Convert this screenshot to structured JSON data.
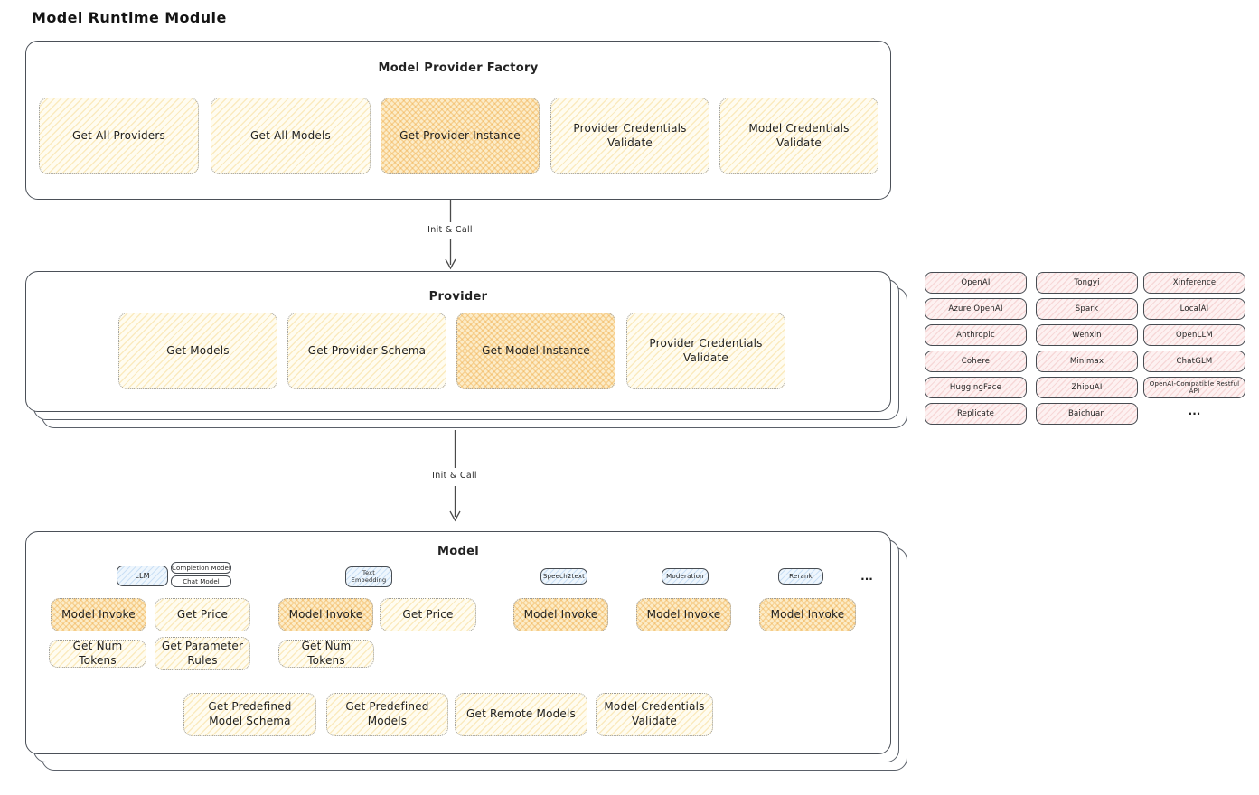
{
  "page": {
    "title": "Model Runtime Module"
  },
  "colors": {
    "container_border": "#4b5058",
    "yellow_fill": "#fffcf0",
    "yellow_hatch": "#f4d176",
    "orange_fill": "#fcecc8",
    "orange_hatch": "#f0ac48",
    "pink_fill": "#fdf1f1",
    "pink_hatch": "#e99e9e",
    "blue_fill": "#eef6fd",
    "blue_hatch": "#80b2e4",
    "text": "#1f1f1f"
  },
  "factory": {
    "title": "Model Provider Factory",
    "boxes": [
      "Get All Providers",
      "Get All Models",
      "Get Provider Instance",
      "Provider Credentials Validate",
      "Model Credentials Validate"
    ]
  },
  "arrow1": {
    "label": "Init & Call"
  },
  "arrow2": {
    "label": "Init & Call"
  },
  "provider": {
    "title": "Provider",
    "boxes": [
      "Get Models",
      "Get Provider Schema",
      "Get Model Instance",
      "Provider Credentials Validate"
    ]
  },
  "providers_list": {
    "col1": [
      "OpenAI",
      "Azure OpenAI",
      "Anthropic",
      "Cohere",
      "HuggingFace",
      "Replicate"
    ],
    "col2": [
      "Tongyi",
      "Spark",
      "Wenxin",
      "Minimax",
      "ZhipuAI",
      "Baichuan"
    ],
    "col3": [
      "Xinference",
      "LocalAI",
      "OpenLLM",
      "ChatGLM",
      "OpenAI-Compatible Restful API"
    ],
    "more": "..."
  },
  "model": {
    "title": "Model",
    "tags": {
      "llm": "LLM",
      "completion": "Completion Model",
      "chat": "Chat Model",
      "text_embedding": "Text Embedding",
      "speech2text": "Speech2text",
      "moderation": "Moderation",
      "rerank": "Rerank",
      "more": "..."
    },
    "ops": {
      "model_invoke": "Model Invoke",
      "get_price": "Get Price",
      "get_num_tokens": "Get Num Tokens",
      "get_parameter_rules": "Get Parameter Rules"
    },
    "bottom": [
      "Get Predefined Model Schema",
      "Get Predefined Models",
      "Get Remote Models",
      "Model Credentials Validate"
    ]
  }
}
